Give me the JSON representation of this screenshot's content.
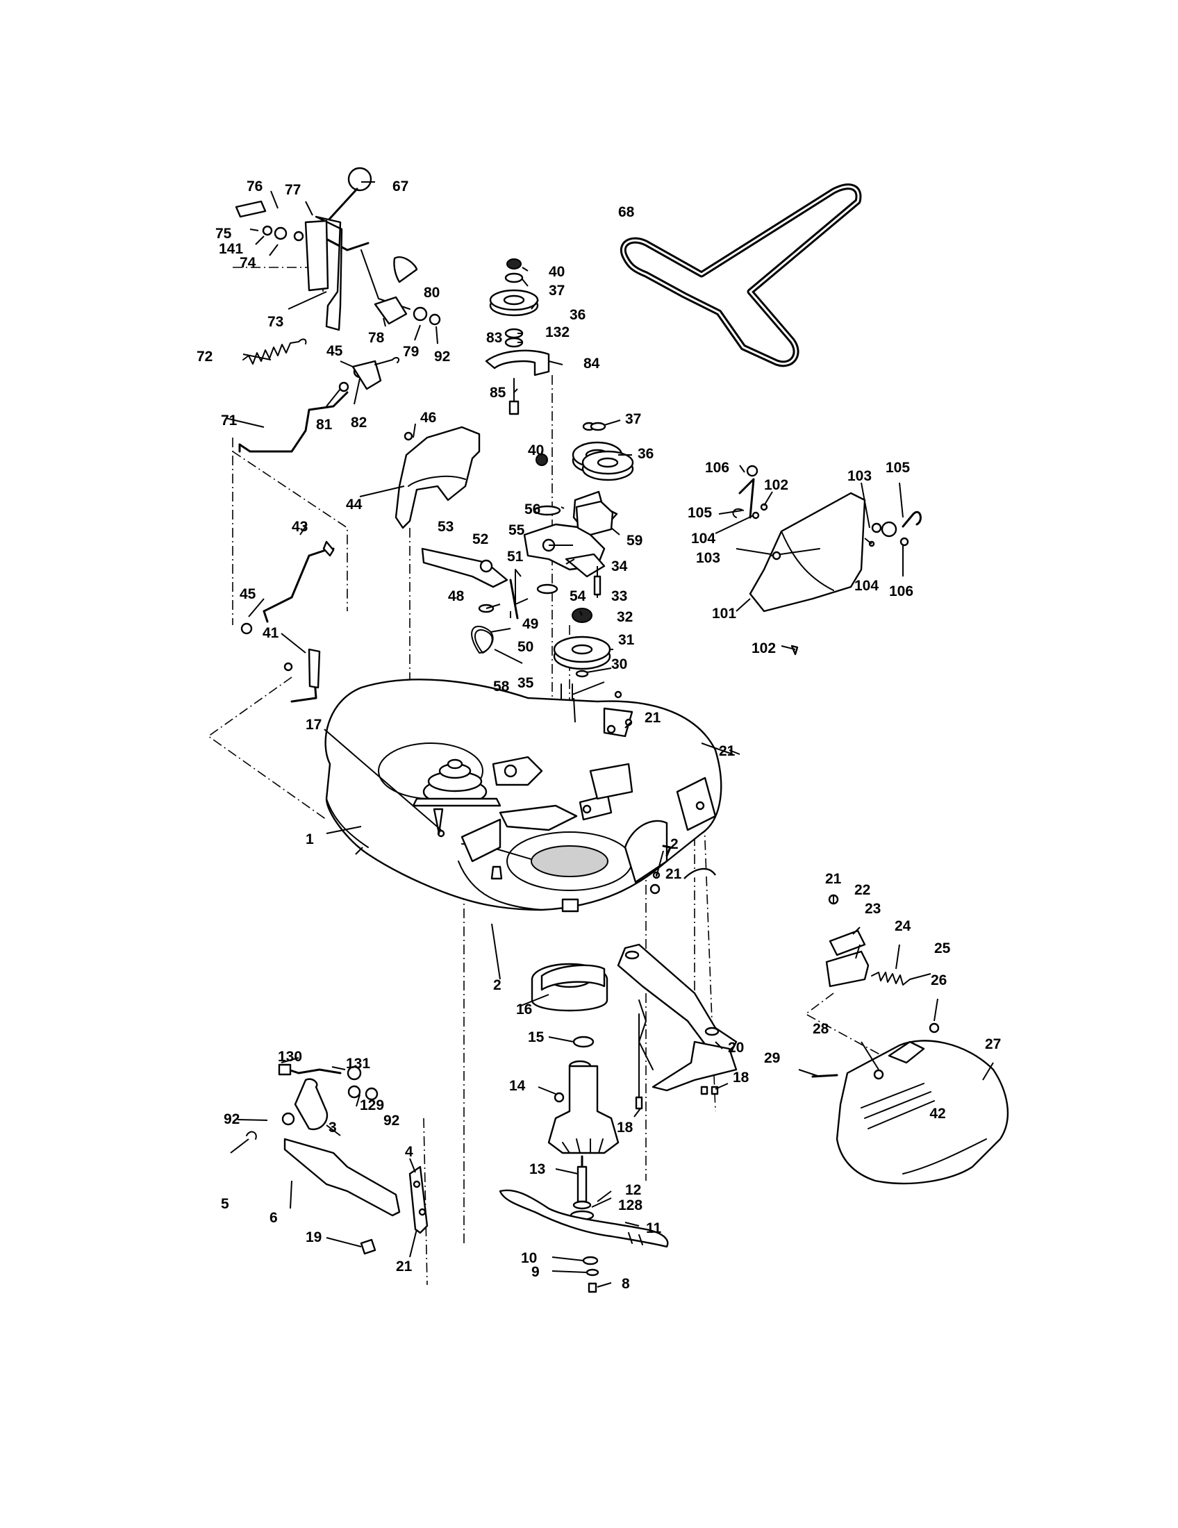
{
  "callouts": [
    "1",
    "2",
    "3",
    "4",
    "5",
    "6",
    "8",
    "9",
    "10",
    "11",
    "12",
    "13",
    "14",
    "15",
    "16",
    "17",
    "18",
    "19",
    "20",
    "21",
    "22",
    "23",
    "24",
    "25",
    "26",
    "27",
    "28",
    "29",
    "30",
    "31",
    "32",
    "33",
    "34",
    "35",
    "36",
    "37",
    "40",
    "41",
    "43",
    "44",
    "45",
    "46",
    "48",
    "49",
    "50",
    "51",
    "52",
    "53",
    "54",
    "55",
    "56",
    "58",
    "59",
    "67",
    "68",
    "71",
    "72",
    "73",
    "74",
    "75",
    "76",
    "77",
    "78",
    "79",
    "80",
    "81",
    "82",
    "83",
    "84",
    "85",
    "92",
    "101",
    "102",
    "103",
    "104",
    "105",
    "106",
    "128",
    "129",
    "130",
    "131",
    "132",
    "141"
  ],
  "deck_badge": "42"
}
